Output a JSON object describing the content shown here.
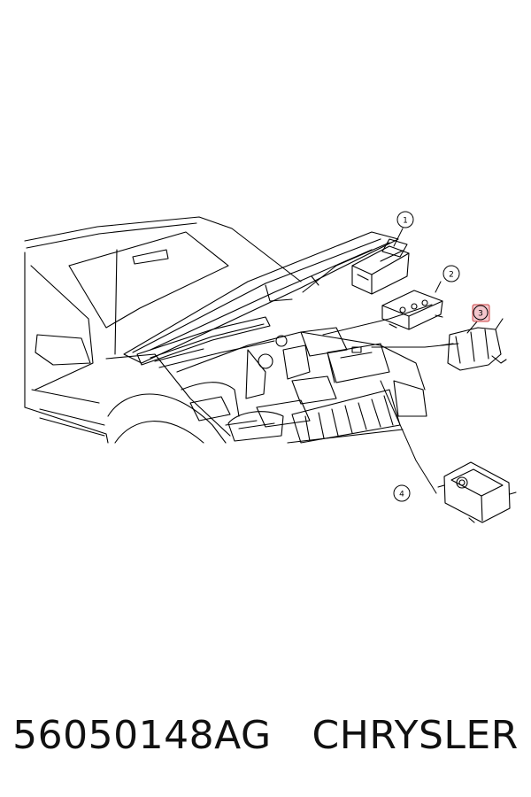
{
  "diagram": {
    "callouts": [
      {
        "id": "callout-1",
        "number": "1",
        "highlighted": false
      },
      {
        "id": "callout-2",
        "number": "2",
        "highlighted": false
      },
      {
        "id": "callout-3",
        "number": "3",
        "highlighted": true
      },
      {
        "id": "callout-4",
        "number": "4",
        "highlighted": false
      }
    ],
    "highlight_color": "#f3c6cc",
    "line_color": "#000000"
  },
  "footer": {
    "part_number": "56050148AG",
    "brand": "CHRYSLER"
  }
}
